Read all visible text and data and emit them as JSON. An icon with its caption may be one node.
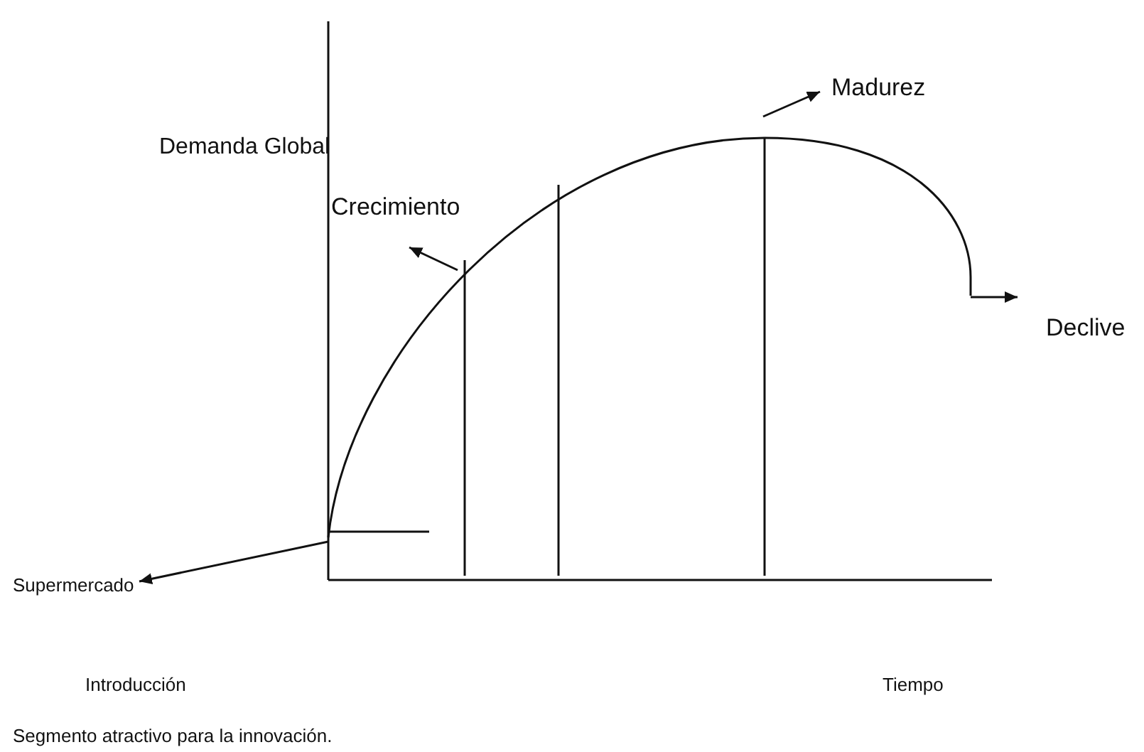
{
  "diagram": {
    "nodes": [
      {
        "text": [
          "Madurez"
        ]
      },
      {
        "text": [
          "Crecimiento"
        ]
      },
      {
        "text": [
          "Declive"
        ]
      },
      {
        "text": [
          "Supermercado"
        ]
      }
    ],
    "edges": [
      {
        "from": null,
        "to": 0,
        "arrow": "to"
      },
      {
        "from": null,
        "to": 1,
        "arrow": "to"
      },
      {
        "from": null,
        "to": 2,
        "arrow": "to"
      },
      {
        "from": null,
        "to": 3,
        "arrow": "to"
      }
    ],
    "labels": [
      "Demanda Global",
      "Introducción",
      "Tiempo",
      "Segmento atractivo para la innovación."
    ]
  }
}
